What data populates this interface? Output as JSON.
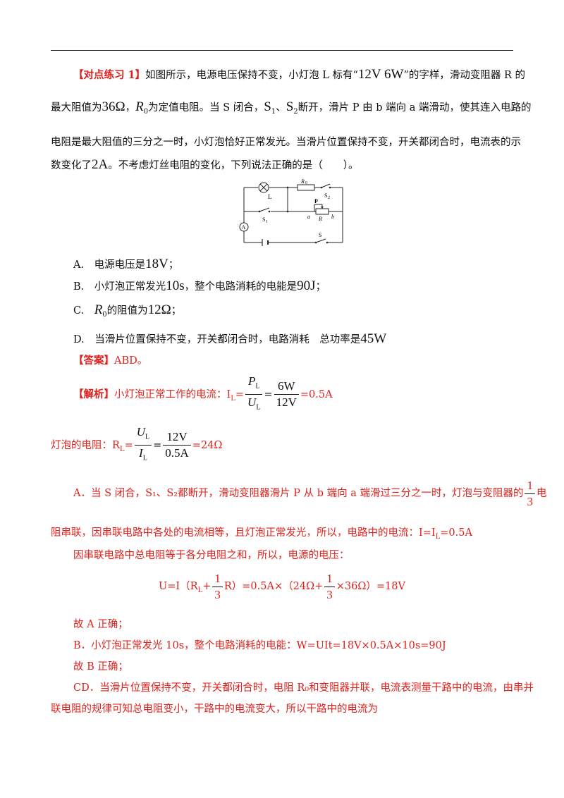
{
  "q": {
    "tag": "【对点练习 1】",
    "l1a": "如图所示，电源电压保持不变，小灯泡 L 标有“",
    "l1b": "12V 6W",
    "l1c": "”的字样，滑动变阻器 R 的",
    "l2a": "最大阻值为",
    "l2b": "36Ω",
    "l2c": "，",
    "l2d": "R",
    "l2e": "0",
    "l2f": "为定值电阻。当 S 闭合，",
    "l2g": "S",
    "l2h": "1",
    "l2i": "、",
    "l2j": "S",
    "l2k": "2",
    "l2l": "断开，滑片 P 由 b 端向 a 端滑动，使其连入电路的",
    "l3": "电阻是最大阻值的三分之一时，小灯泡恰好正常发光。当滑片位置保持不变，开关都闭合时，电流表的示",
    "l4a": "数变化了",
    "l4b": "2A",
    "l4c": "。不考虑灯丝电阻的变化，下列说法正确的是（　　）。"
  },
  "circuit": {
    "L": "L",
    "R0": "R",
    "R0sub": "0",
    "S2": "S",
    "S2sub": "2",
    "P": "P",
    "a": "a",
    "b": "b",
    "R": "R",
    "S1": "S",
    "S1sub": "1",
    "A": "A",
    "S": "S"
  },
  "opts": {
    "A1": "A.　电源电压是",
    "A2": "18V",
    "A3": "；",
    "B1": "B.　小灯泡正常发光",
    "B2": "10s",
    "B3": "，整个电路消耗的电能是",
    "B4": "90J",
    "B5": "；",
    "C1": "C.　",
    "C2": "R",
    "C3": "0",
    "C4": "的阻值为",
    "C5": "12Ω",
    "C6": "；",
    "D1": "D.　当滑片位置保持不变，开关都闭合时，电路消耗　总功率是",
    "D2": "45W"
  },
  "ans": {
    "tag": "【答案】",
    "text": "ABD。"
  },
  "sol": {
    "tag": "【解析】",
    "l1": "小灯泡正常工作的电流：I",
    "l1sub": "L",
    "l1eq": "=",
    "f1num": "P",
    "f1numsub": "L",
    "f1den": "U",
    "f1densub": "L",
    "f1eq": "=",
    "f2num": "6W",
    "f2den": "12V",
    "l1end": "=0.5A",
    "l2": "灯泡的电阻：R",
    "l2sub": "L",
    "l2eq": "=",
    "f3num": "U",
    "f3numsub": "L",
    "f3den": "I",
    "f3densub": "L",
    "f3eq": "=",
    "f4num": "12V",
    "f4den": "0.5A",
    "l2end": "=24Ω",
    "a1": "A．当 S 闭合，S₁、S₂都断开，滑动变阻器滑片 P 从 b 端向 a 端滑过三分之一时，灯泡与变阻器的",
    "a1f_num": "1",
    "a1f_den": "3",
    "a1end": "电",
    "a2": "阻串联，因串联电路中各处的电流相等，且灯泡正常发光，所以，电路中的电流：I=I",
    "a2sub": "L",
    "a2end": "=0.5A",
    "a3": "因串联电路中总电阻等于各分电阻之和，所以，电源的电压：",
    "eq1": "U=I（R",
    "eq1sub": "L",
    "eq2": "+",
    "eqf1num": "1",
    "eqf1den": "3",
    "eq3": "R）=0.5A×（24Ω+",
    "eqf2num": "1",
    "eqf2den": "3",
    "eq4": "×36Ω）=18V",
    "a4": "故 A 正确；",
    "b1": "B．小灯泡正常发光 10s，整个电路消耗的电能：W=UIt=18V×0.5A×10s=90J",
    "b2": "故 B 正确；",
    "c1": "CD．当滑片位置保持不变，开关都闭合时，电阻 R₀和变阻器并联，电流表测量干路中的电流，由串并",
    "c2": "联电阻的规律可知总电阻变小，干路中的电流变大，所以干路中的电流为"
  }
}
